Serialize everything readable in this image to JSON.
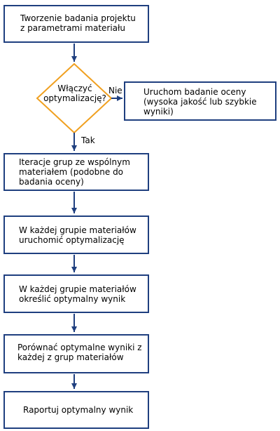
{
  "colors": {
    "box_border": "#1f3f7f",
    "decision_border": "#f0a020",
    "arrow": "#1f3f7f",
    "background": "#ffffff",
    "text": "#000000"
  },
  "nodes": {
    "start": {
      "lines": [
        "Tworzenie badania projektu",
        "z parametrami materiału"
      ]
    },
    "decision": {
      "lines": [
        "Włączyć",
        "optymalizację?"
      ]
    },
    "sub": {
      "lines": [
        "Uruchom badanie oceny",
        "(wysoka jakość lub szybkie",
        "wyniki)"
      ]
    },
    "iterate": {
      "lines": [
        "Iteracje grup ze wspólnym",
        "materiałem (podobne do",
        "badania oceny)"
      ]
    },
    "run": {
      "lines": [
        "W każdej grupie materiałów",
        "uruchomić optymalizację"
      ]
    },
    "find": {
      "lines": [
        "W każdej grupie materiałów",
        "określić optymalny wynik"
      ]
    },
    "compare": {
      "lines": [
        "Porównać optymalne wyniki z",
        "każdej z grup materiałów"
      ]
    },
    "report": {
      "lines": [
        "Raportuj optymalny wynik"
      ]
    }
  },
  "edges": {
    "no_label": "Nie",
    "yes_label": "Tak"
  }
}
